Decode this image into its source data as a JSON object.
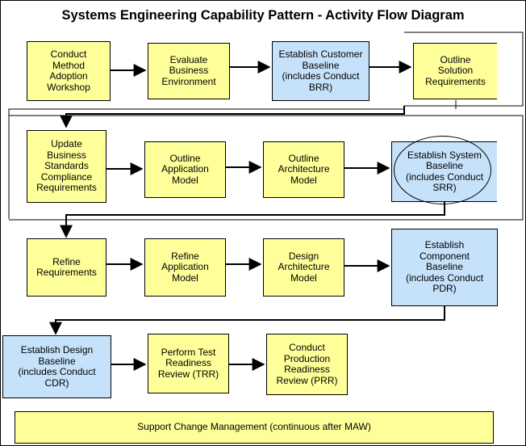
{
  "title": "Systems Engineering Capability Pattern - Activity Flow Diagram",
  "nodes": {
    "conduct_maw": "Conduct\nMethod\nAdoption\nWorkshop",
    "evaluate_business": "Evaluate\nBusiness\nEnvironment",
    "customer_baseline": "Establish Customer\nBaseline\n(includes Conduct\nBRR)",
    "outline_solution": "Outline\nSolution\nRequirements",
    "update_business_standards": "Update\nBusiness\nStandards\nCompliance\nRequirements",
    "outline_application": "Outline\nApplication\nModel",
    "outline_architecture": "Outline\nArchitecture\nModel",
    "system_baseline": "Establish System\nBaseline\n(includes Conduct\nSRR)",
    "refine_requirements": "Refine\nRequirements",
    "refine_application": "Refine\nApplication\nModel",
    "design_architecture": "Design\nArchitecture\nModel",
    "component_baseline": "Establish\nComponent\nBaseline\n(includes Conduct\nPDR)",
    "design_baseline": "Establish Design\nBaseline\n(includes Conduct\nCDR)",
    "perform_trr": "Perform Test\nReadiness\nReview (TRR)",
    "conduct_prr": "Conduct\nProduction\nReadiness\nReview (PRR)",
    "support_change": "Support Change Management (continuous after MAW)"
  },
  "colors": {
    "activity_fill": "#ffff99",
    "baseline_fill": "#c6e2fa",
    "line": "#000000"
  }
}
